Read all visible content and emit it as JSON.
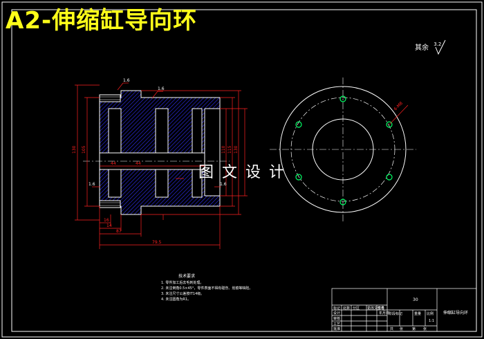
{
  "drawing": {
    "title": "A2-伸缩缸导向环",
    "watermark": "图文设计",
    "roughness_note": "其余",
    "roughness_value": "3.2"
  },
  "dimensions": {
    "width_total": "79.5",
    "d_outer": "130",
    "d_left": "105",
    "d_right1": "110",
    "d_right2": "115",
    "d_right3": "130",
    "len_87": "87",
    "len_14": "14",
    "len_16": "16",
    "len_44": "44",
    "len_44b": "44",
    "rough_16a": "1.6",
    "rough_16b": "1.6",
    "rough_16c": "1.6",
    "rough_16d": "1.6",
    "holes_note": "6-M8"
  },
  "tech_requirements": {
    "title": "技术要求",
    "items": [
      "1. 零件加工后去毛刺处理。",
      "2. 未注倒角0.5×45°，零件表面不得有碰伤、划痕等缺陷。",
      "3. 未注尺寸公差按IT14级。",
      "4. 未注圆角为R1。"
    ]
  },
  "title_block": {
    "part_name": "伸缩缸导向环",
    "number": "30",
    "scale": "1:1",
    "labels": [
      "标记",
      "处数",
      "分区",
      "更改文件号",
      "签名",
      "年月日"
    ],
    "rows": [
      "设计",
      "审核",
      "工艺",
      "批准"
    ],
    "stage_labels": [
      "阶段标记",
      "重量",
      "比例"
    ],
    "sheet_labels": [
      "共",
      "张",
      "第",
      "张"
    ]
  },
  "colors": {
    "background": "#000000",
    "title": "#ffff1a",
    "outline": "#ffffff",
    "dimension": "#ff2020",
    "hatch": "#3030ff",
    "center": "#ffffff",
    "holes": "#00ff66"
  }
}
